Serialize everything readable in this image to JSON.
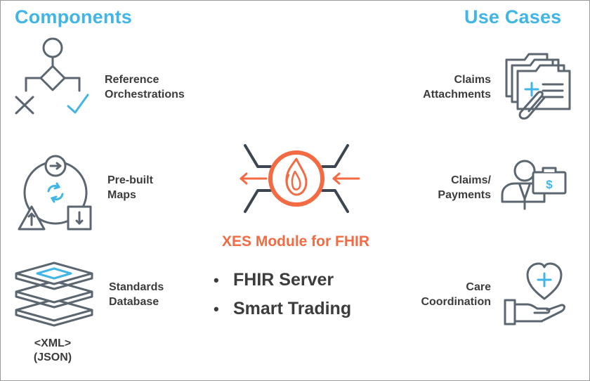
{
  "headings": {
    "components": "Components",
    "use_cases": "Use Cases"
  },
  "components": [
    {
      "icon": "decision-flowchart-icon",
      "line1": "Reference",
      "line2": "Orchestrations"
    },
    {
      "icon": "cycle-maps-icon",
      "line1": "Pre-built",
      "line2": "Maps"
    },
    {
      "icon": "layers-database-icon",
      "line1": "Standards",
      "line2": "Database"
    }
  ],
  "formats": {
    "xml": "<XML>",
    "json": "(JSON)"
  },
  "use_cases": [
    {
      "icon": "folders-paperclip-icon",
      "line1": "Claims",
      "line2": "Attachments"
    },
    {
      "icon": "person-dollar-briefcase-icon",
      "line1": "Claims/",
      "line2": "Payments"
    },
    {
      "icon": "heart-hand-icon",
      "line1": "Care",
      "line2": "Coordination"
    }
  ],
  "module": {
    "icon": "flame-hub-icon",
    "title": "XES Module for FHIR",
    "features": [
      "FHIR Server",
      "Smart Trading"
    ]
  },
  "colors": {
    "heading_blue": "#41b6e6",
    "accent_orange": "#f26b43",
    "icon_gray": "#5b6670",
    "text_dark": "#3c3c3c"
  }
}
